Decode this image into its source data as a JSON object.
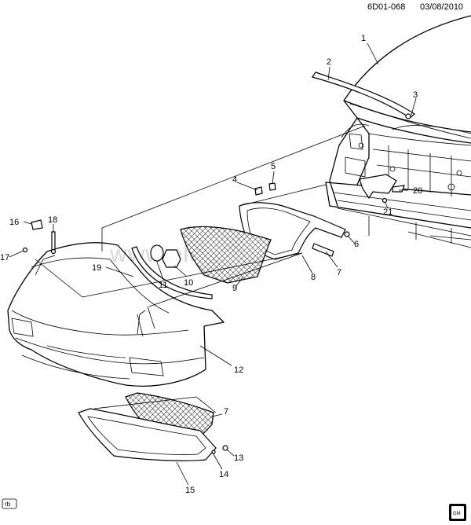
{
  "header": {
    "diagram_id": "6D01-068",
    "date": "03/08/2010"
  },
  "watermark": "www.elcats.ru",
  "corner_tag": "rb",
  "logo_text": "GM",
  "callouts": [
    "1",
    "2",
    "3",
    "4",
    "5",
    "6",
    "7",
    "8",
    "9",
    "10",
    "11",
    "12",
    "13",
    "14",
    "15",
    "16",
    "17",
    "18",
    "19",
    "20",
    "21",
    "7"
  ]
}
